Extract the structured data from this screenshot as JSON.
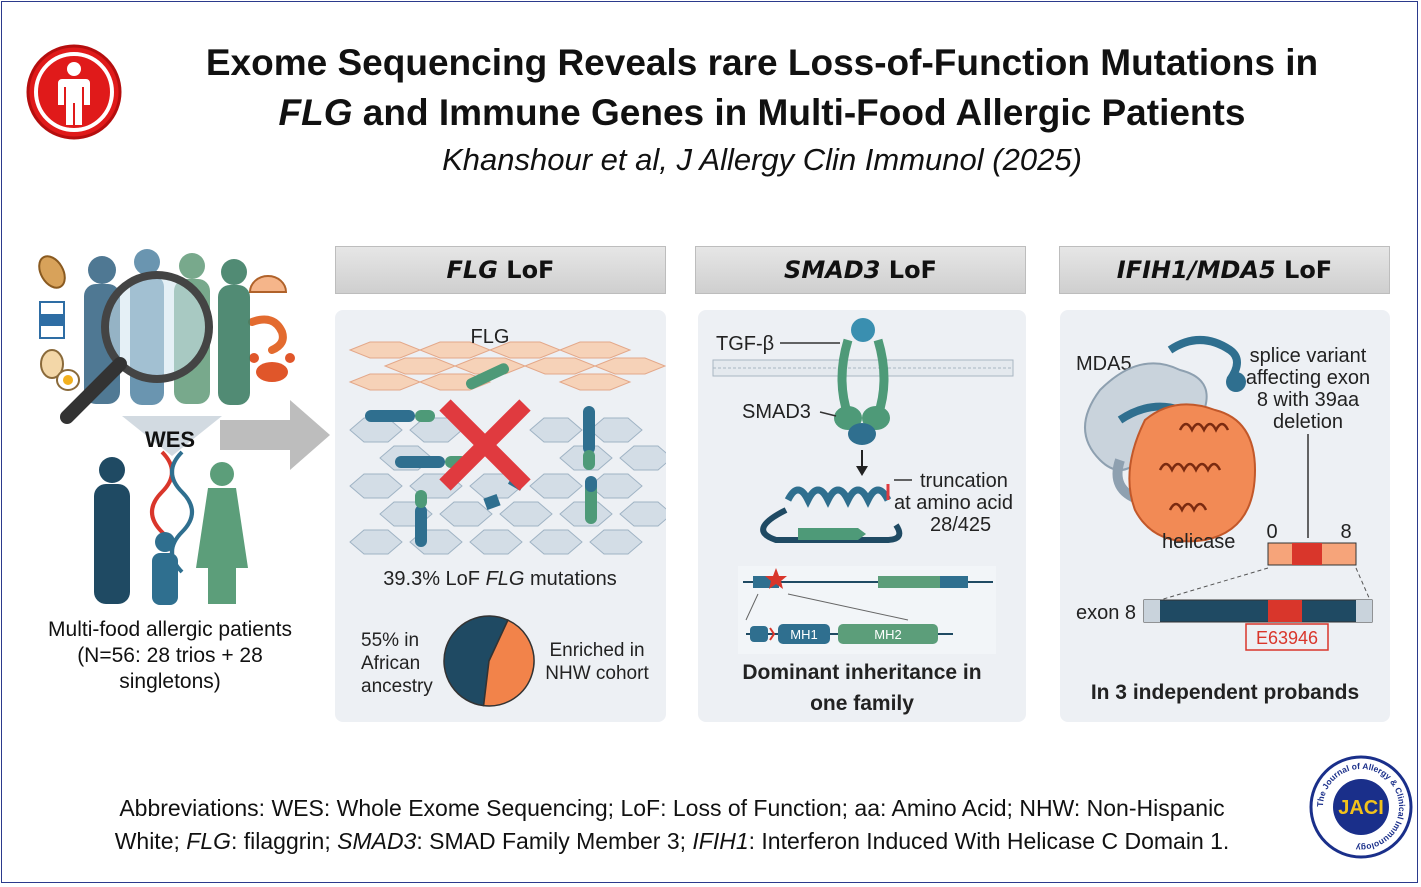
{
  "title": {
    "line1": "Exome Sequencing Reveals rare Loss-of-Function Mutations in",
    "line2_italic": "FLG",
    "line2_rest": " and Immune Genes in Multi-Food Allergic Patients",
    "citation": "Khanshour et al, J Allergy Clin Immunol (2025)"
  },
  "left": {
    "wes_label": "WES",
    "patients_line1": "Multi-food allergic patients",
    "patients_line2": "(N=56: 28 trios + 28",
    "patients_line3": "singletons)"
  },
  "panels": {
    "flg": {
      "header_italic": "FLG",
      "header_rest": " LoF",
      "flg_label": "FLG",
      "mutation_prefix": "39.3% LoF ",
      "mutation_italic": "FLG",
      "mutation_suffix": " mutations",
      "african_line1": "55% in",
      "african_line2": "African",
      "african_line3": "ancestry",
      "nhw_line1": "Enriched in",
      "nhw_line2": "NHW cohort"
    },
    "smad3": {
      "header_italic": "SMAD3",
      "header_rest": " LoF",
      "tgf_label": "TGF-β",
      "smad3_label": "SMAD3",
      "trunc_line1": "truncation",
      "trunc_line2": "at amino acid",
      "trunc_line3": "28/425",
      "mh1": "MH1",
      "mh2": "MH2",
      "caption_line1": "Dominant inheritance in",
      "caption_line2": "one family"
    },
    "ifih1": {
      "header_italic": "IFIH1/MDA5",
      "header_rest": " LoF",
      "mda5_label": "MDA5",
      "splice_line1": "splice variant",
      "splice_line2": "affecting exon",
      "splice_line3": "8 with 39aa",
      "splice_line4": "deletion",
      "helicase_label": "helicase",
      "scale_start": "0",
      "scale_end": "8",
      "exon_label": "exon 8",
      "variant_label": "E63946",
      "caption": "In 3 independent probands"
    }
  },
  "abbreviations": {
    "line1": "Abbreviations: WES: Whole Exome Sequencing; LoF: Loss of Function; aa: Amino Acid; NHW: Non-Hispanic",
    "white": "White; ",
    "flg": "FLG",
    "flg_def": ": filaggrin; ",
    "smad3": "SMAD3",
    "smad3_def": ": SMAD Family Member 3; ",
    "ifih1": "IFIH1",
    "ifih1_def": ":  Interferon Induced With Helicase C Domain 1."
  },
  "logo": {
    "text": "JACI",
    "ring_text": "The Journal of Allergy & Clinical Immunology"
  },
  "chart_data": {
    "type": "pie",
    "values": [
      55,
      45
    ],
    "categories": [
      "55% in African ancestry",
      "Enriched in NHW cohort"
    ],
    "colors": [
      "#1f4a63",
      "#f2834a"
    ]
  }
}
